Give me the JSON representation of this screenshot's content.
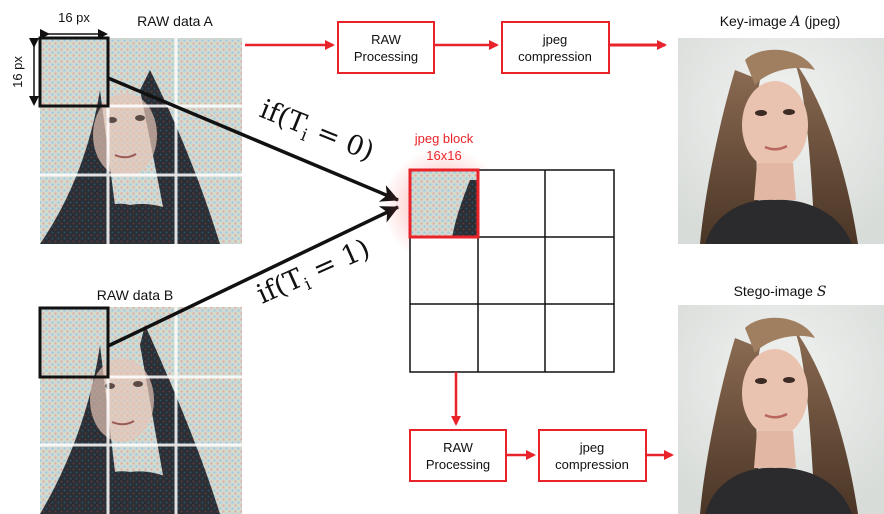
{
  "raw_a": {
    "title": "RAW data A",
    "size_h": "16 px",
    "size_v": "16 px"
  },
  "raw_b": {
    "title": "RAW data B"
  },
  "conditions": {
    "a": {
      "prefix": "if(T",
      "sub": "i",
      "suffix": " = 0)"
    },
    "b": {
      "prefix": "if(T",
      "sub": "i",
      "suffix": " = 1)"
    }
  },
  "jpeg_block": {
    "line1": "jpeg block",
    "line2": "16x16"
  },
  "top_pipeline": {
    "raw_line1": "RAW",
    "raw_line2": "Processing",
    "jpeg_line1": "jpeg",
    "jpeg_line2": "compression"
  },
  "bottom_pipeline": {
    "raw_line1": "RAW",
    "raw_line2": "Processing",
    "jpeg_line1": "jpeg",
    "jpeg_line2": "compression"
  },
  "key_image": {
    "label": "Key-image",
    "symbol": "A",
    "suffix": "(jpeg)"
  },
  "stego_image": {
    "label": "Stego-image",
    "symbol": "S"
  },
  "colors": {
    "accent_red": "#e8232a",
    "line": "#111111",
    "photo_bg": "#e7e9e6",
    "raw_tint": "#c9d8cf"
  }
}
